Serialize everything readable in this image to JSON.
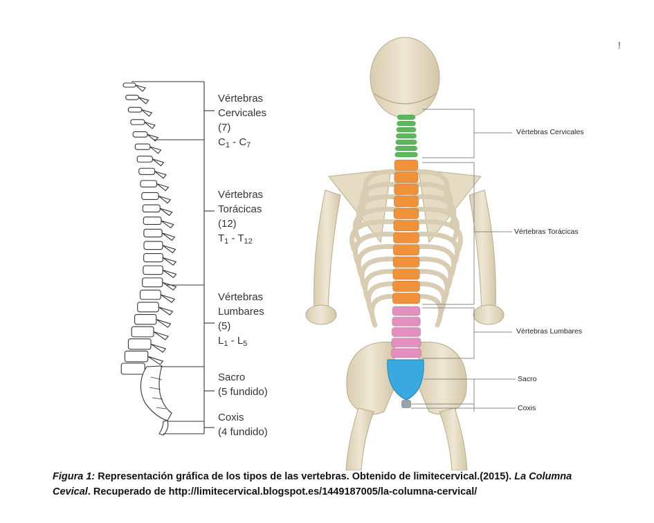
{
  "left": {
    "cervical": {
      "title1": "Vértebras",
      "title2": "Cervicales",
      "count": "(7)",
      "range_a": "C",
      "range_a_sub": "1",
      "range_b": "C",
      "range_b_sub": "7"
    },
    "thoracic": {
      "title1": "Vértebras",
      "title2": "Torácicas",
      "count": "(12)",
      "range_a": "T",
      "range_a_sub": "1",
      "range_b": "T",
      "range_b_sub": "12"
    },
    "lumbar": {
      "title1": "Vértebras",
      "title2": "Lumbares",
      "count": "(5)",
      "range_a": "L",
      "range_a_sub": "1",
      "range_b": "L",
      "range_b_sub": "5"
    },
    "sacrum": {
      "title": "Sacro",
      "count": "(5 fundido)"
    },
    "coccyx": {
      "title": "Coxis",
      "count": "(4 fundido)"
    }
  },
  "right": {
    "cervical": "Vértebras Cervicales",
    "thoracic": "Vértebras Torácicas",
    "lumbar": "Vértebras Lumbares",
    "sacrum": "Sacro",
    "coccyx": "Coxis"
  },
  "colors": {
    "cervical": "#5cb85c",
    "thoracic": "#f0923a",
    "lumbar": "#e38fc0",
    "sacrum": "#3aa9e0",
    "bone": "#e8dfc9",
    "bone_dark": "#c9bc9c"
  },
  "caption": {
    "figure": "Figura 1:",
    "text": " Representación gráfica de los tipos de las vertebras. Obtenido de limitecervical.(2015). ",
    "title": "La Columna Cevical",
    "text2": ". Recuperado de http://limitecervical.blogspot.es/1449187005/la-columna-cervical/"
  },
  "corner_mark": "!"
}
